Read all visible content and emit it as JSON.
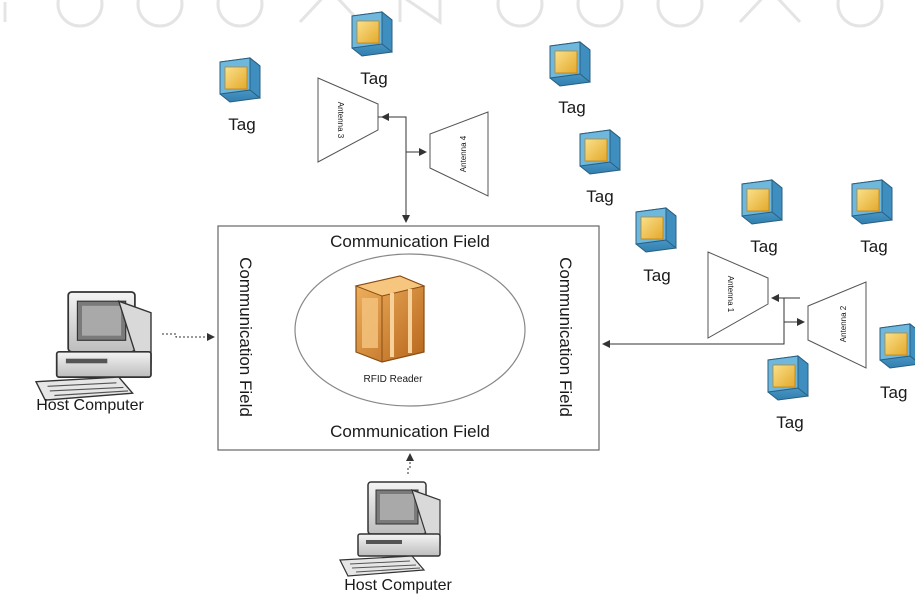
{
  "diagram": {
    "communication_field": {
      "top": "Communication Field",
      "bottom": "Communication Field",
      "left": "Communication Field",
      "right": "Communication Field"
    },
    "reader": {
      "label": "RFID Reader"
    },
    "antennas": [
      {
        "label": "Antenna 3"
      },
      {
        "label": "Antenna 4"
      },
      {
        "label": "Antenna 1"
      },
      {
        "label": "Antenna 2"
      }
    ],
    "tags": [
      {
        "label": "Tag"
      },
      {
        "label": "Tag"
      },
      {
        "label": "Tag"
      },
      {
        "label": "Tag"
      },
      {
        "label": "Tag"
      },
      {
        "label": "Tag"
      },
      {
        "label": "Tag"
      },
      {
        "label": "Tag"
      },
      {
        "label": "Tag"
      }
    ],
    "hosts": [
      {
        "label": "Host Computer"
      },
      {
        "label": "Host Computer"
      }
    ],
    "colors": {
      "tag_face": "#f2c64a",
      "tag_side": "#4fa3cf",
      "reader_box": "#d98a2b",
      "line": "#333333"
    }
  }
}
